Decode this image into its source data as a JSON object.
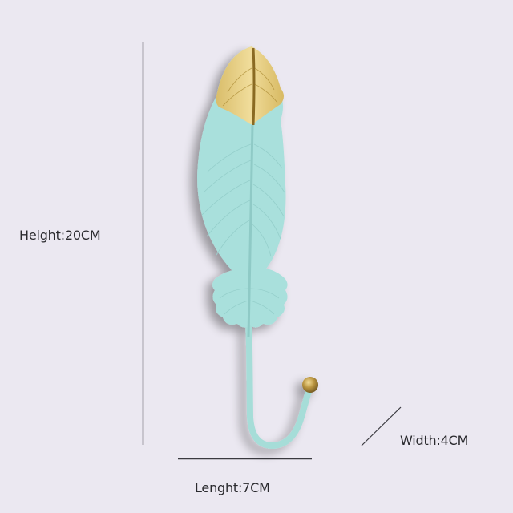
{
  "product": {
    "name": "Feather wall hook",
    "colors": {
      "background": "#ebe8f1",
      "feather": "#a9e0dc",
      "feather_shade": "#8fcac6",
      "gold": "#e6cf86",
      "gold_dark": "#9b7a2e",
      "dimension_line": "#3a3a40"
    }
  },
  "dimensions": {
    "height": {
      "label": "Height:20CM"
    },
    "length": {
      "label": "Lenght:7CM"
    },
    "width": {
      "label": "Width:4CM"
    }
  }
}
